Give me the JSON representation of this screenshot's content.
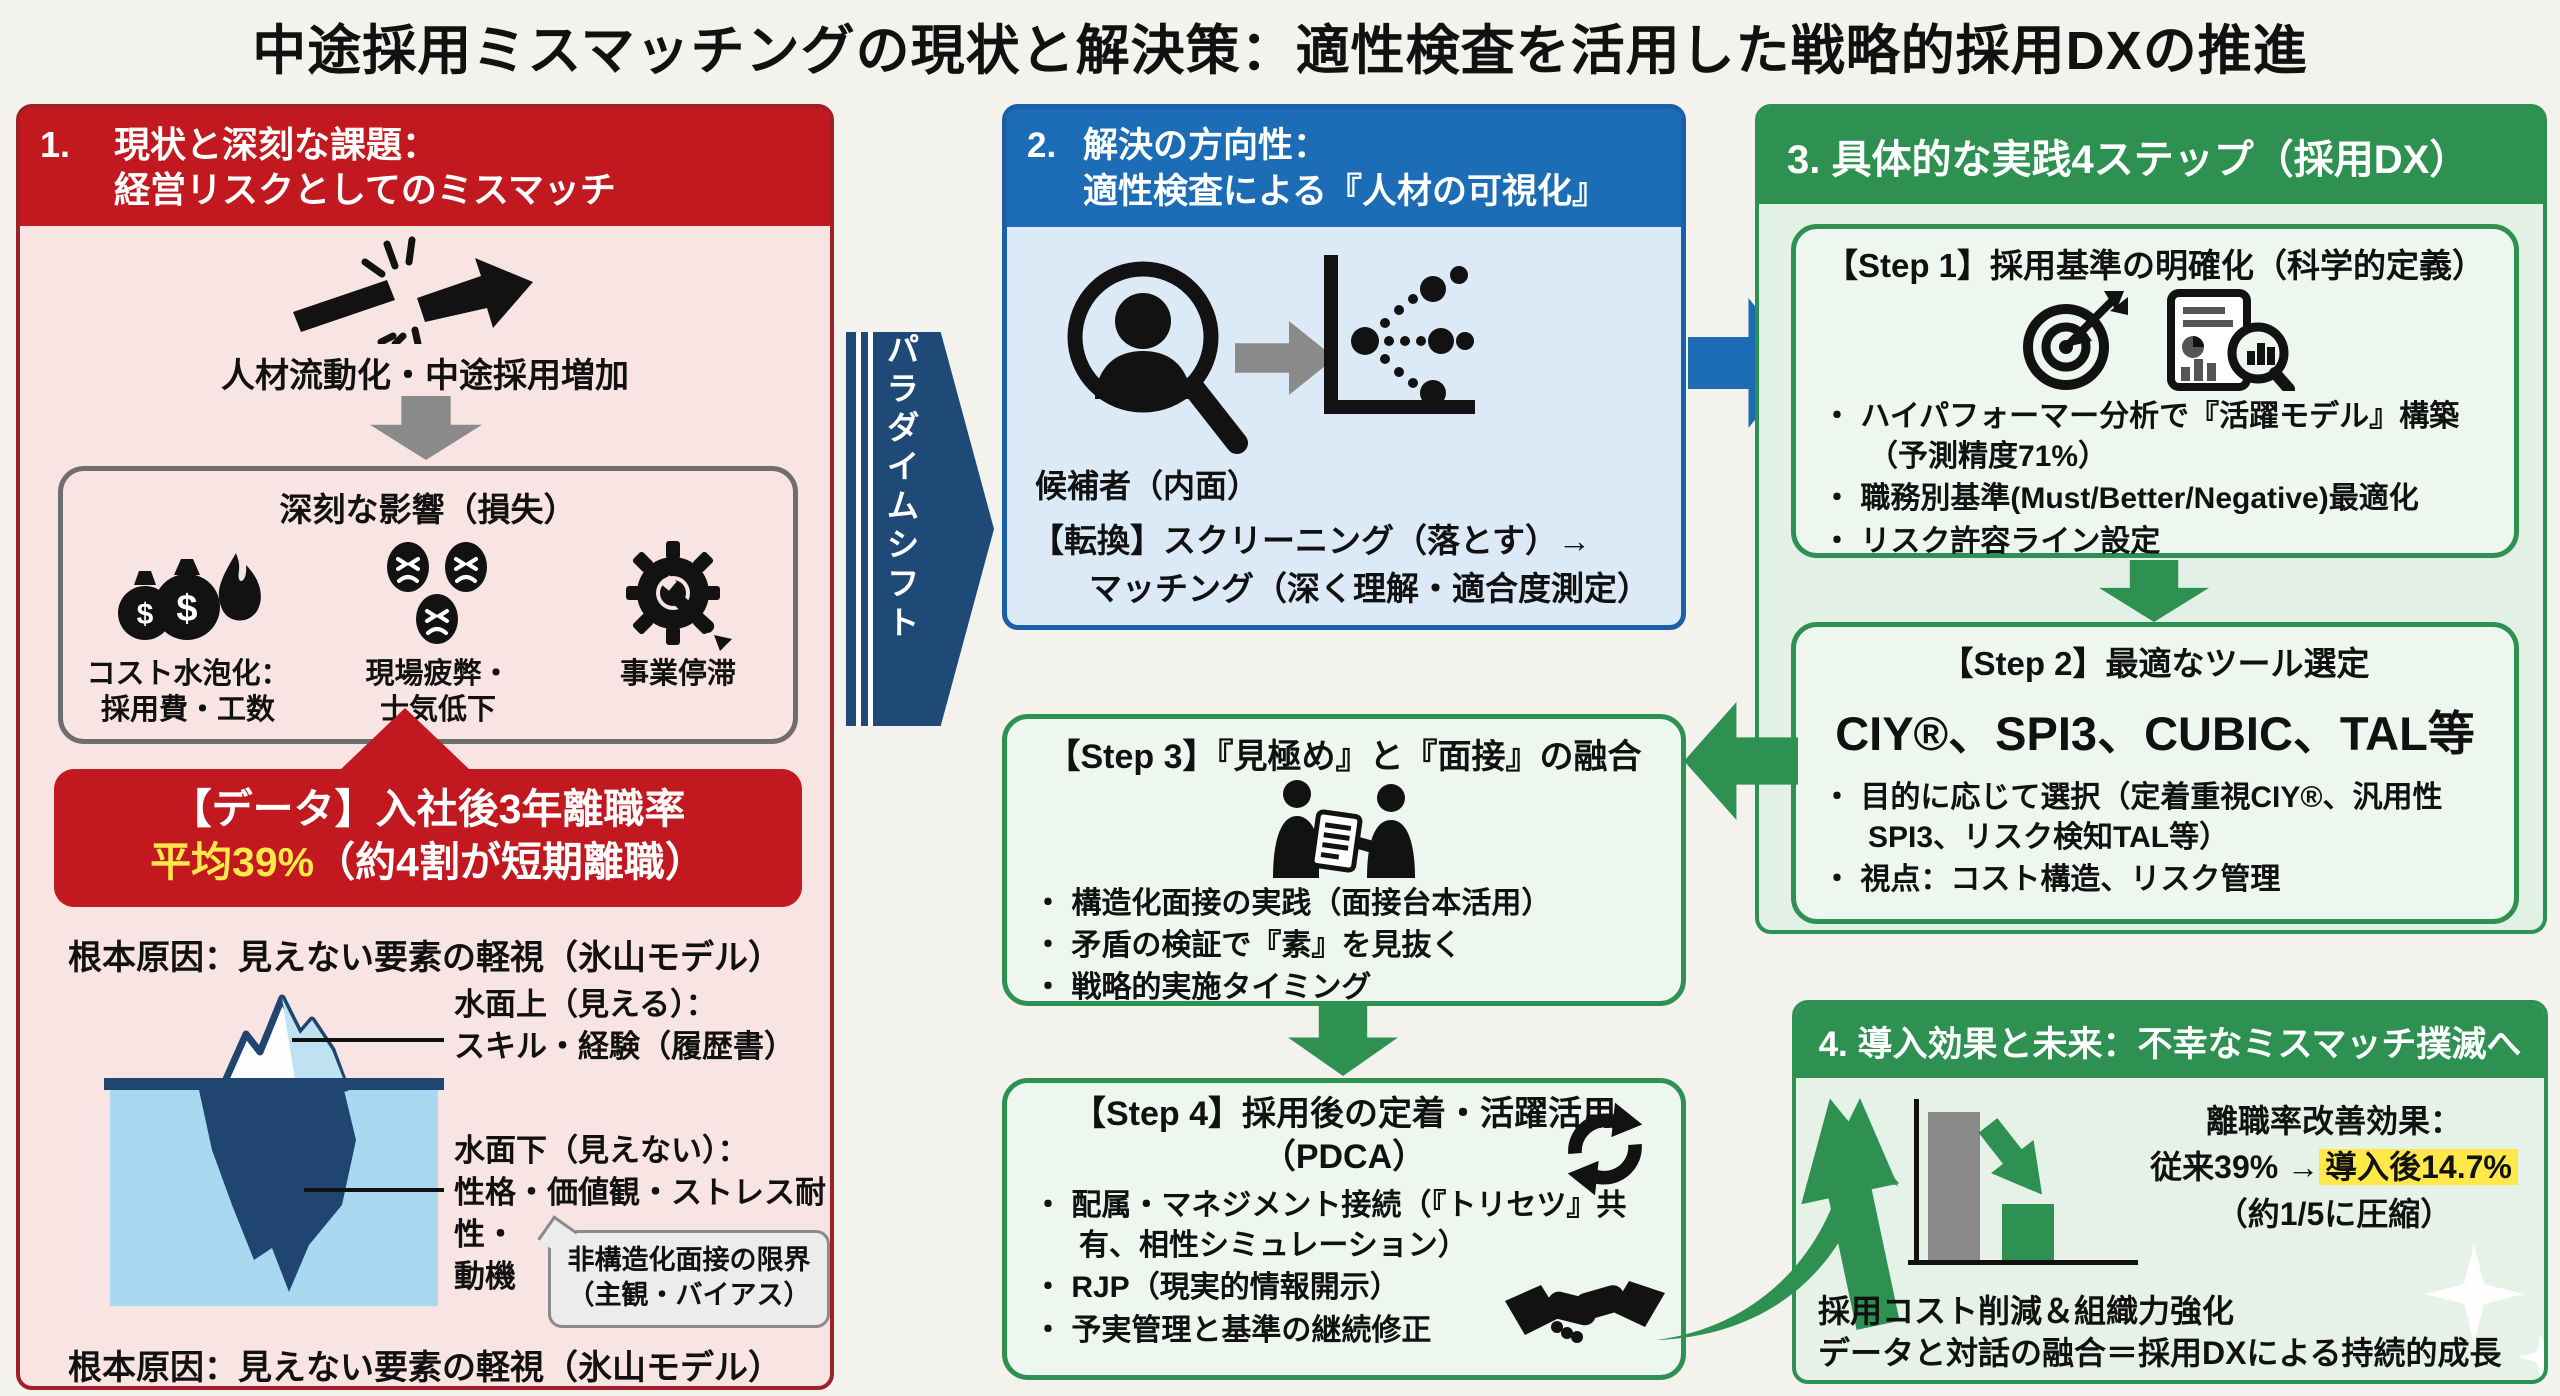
{
  "title": "中途採用ミスマッチングの現状と解決策：適性検査を活用した戦略的採用DXの推進",
  "colors": {
    "red": "#C2181F",
    "red_border": "#9F2026",
    "pink_bg": "#F9E4E4",
    "blue": "#1C6DB6",
    "blue_bg": "#DBEAF6",
    "navy": "#1F4A78",
    "green": "#2E9152",
    "green_bg": "#E3F0E5",
    "stepbox_bg": "#EDF7EF",
    "yellow_highlight": "#FFE84A",
    "gray": "#8A8A8A"
  },
  "panel1": {
    "number": "1.",
    "header_line1": "現状と深刻な課題：",
    "header_line2": "経営リスクとしてのミスマッチ",
    "flow_label": "人材流動化・中途採用増加",
    "impact_title": "深刻な影響（損失）",
    "impact_items": [
      {
        "icon": "money-burn-icon",
        "label_line1": "コスト水泡化：",
        "label_line2": "採用費・工数"
      },
      {
        "icon": "sad-faces-icon",
        "label_line1": "現場疲弊・",
        "label_line2": "士気低下"
      },
      {
        "icon": "gear-wrench-icon",
        "label_line1": "事業停滞",
        "label_line2": ""
      }
    ],
    "data_label": "【データ】入社後3年離職率",
    "data_highlight": "平均39%",
    "data_rest": "（約4割が短期離職）",
    "root_cause": "根本原因：見えない要素の軽視（氷山モデル）",
    "iceberg": {
      "above_line1": "水面上（見える）：",
      "above_line2": "スキル・経験（履歴書）",
      "below_line1": "水面下（見えない）：",
      "below_line2": "性格・価値観・ストレス耐性・",
      "below_line3": "動機",
      "callout_line1": "非構造化面接の限界",
      "callout_line2": "（主観・バイアス）"
    },
    "root_cause_bottom": "根本原因：見えない要素の軽視（氷山モデル）"
  },
  "paradigm_shift_label": "パラダイムシフト",
  "panel2": {
    "number": "2.",
    "header_line1": "解決の方向性：",
    "header_line2": "適性検査による『人材の可視化』",
    "candidate_label": "候補者（内面）",
    "shift_line1": "【転換】スクリーニング（落とす）→",
    "shift_line2": "マッチング（深く理解・適合度測定）"
  },
  "panel3": {
    "header": "3. 具体的な実践4ステップ（採用DX）",
    "step1": {
      "title": "【Step 1】採用基準の明確化（科学的定義）",
      "bullets": [
        "・ ハイパフォーマー分析で『活躍モデル』構築（予測精度71%）",
        "・ 職務別基準(Must/Better/Negative)最適化",
        "・ リスク許容ライン設定"
      ]
    },
    "step2": {
      "title": "【Step 2】最適なツール選定",
      "tools": "CIY®、SPI3、CUBIC、TAL等",
      "bullets": [
        "・ 目的に応じて選択（定着重視CIY®、汎用性SPI3、リスク検知TAL等）",
        "・ 視点：コスト構造、リスク管理"
      ]
    }
  },
  "step3": {
    "title": "【Step 3】『見極め』と『面接』の融合",
    "bullets": [
      "・ 構造化面接の実践（面接台本活用）",
      "・ 矛盾の検証で『素』を見抜く",
      "・ 戦略的実施タイミング"
    ]
  },
  "step4": {
    "title_line1": "【Step 4】採用後の定着・活躍活用",
    "title_line2": "（PDCA）",
    "bullets": [
      "・ 配属・マネジメント接続（『トリセツ』共有、相性シミュレーション）",
      "・ RJP（現実的情報開示）",
      "・ 予実管理と基準の継続修正"
    ]
  },
  "panel4": {
    "header": "4. 導入効果と未来：不幸なミスマッチ撲滅へ",
    "effect_title": "離職率改善効果：",
    "effect_before": "従来39% →",
    "effect_highlight": "導入後14.7%",
    "effect_note": "（約1/5に圧縮）",
    "bottom_line1": "採用コスト削減＆組織力強化",
    "bottom_line2": "データと対話の融合＝採用DXによる持続的成長"
  }
}
